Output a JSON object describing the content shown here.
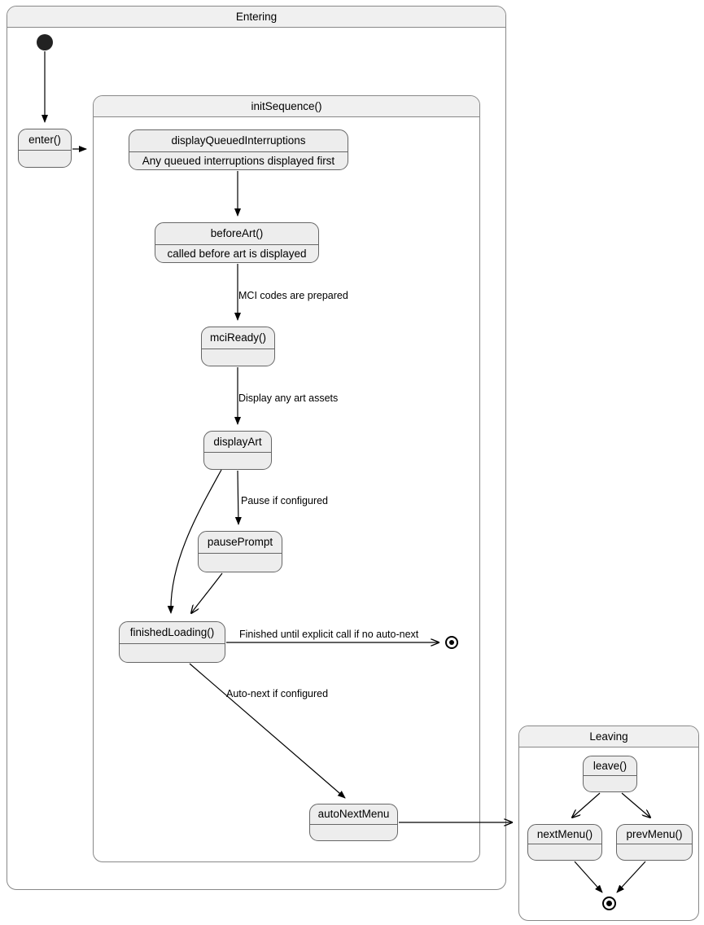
{
  "diagram": {
    "type": "uml-state-machine",
    "background": "#ffffff",
    "stroke_color": "#666666",
    "state_fill": "#ededed",
    "container_header_fill": "#f0f0f0",
    "container_stroke": "#888888"
  },
  "containers": {
    "entering": {
      "title": "Entering"
    },
    "init_sequence": {
      "title": "initSequence()"
    },
    "leaving": {
      "title": "Leaving"
    }
  },
  "states": {
    "enter": {
      "name": "enter()",
      "desc": ""
    },
    "display_queued_interruptions": {
      "name": "displayQueuedInterruptions",
      "desc": "Any queued interruptions displayed first"
    },
    "before_art": {
      "name": "beforeArt()",
      "desc": "called before art is displayed"
    },
    "mci_ready": {
      "name": "mciReady()",
      "desc": ""
    },
    "display_art": {
      "name": "displayArt",
      "desc": ""
    },
    "pause_prompt": {
      "name": "pausePrompt",
      "desc": ""
    },
    "finished_loading": {
      "name": "finishedLoading()",
      "desc": ""
    },
    "auto_next_menu": {
      "name": "autoNextMenu",
      "desc": ""
    },
    "leave": {
      "name": "leave()",
      "desc": ""
    },
    "next_menu": {
      "name": "nextMenu()",
      "desc": ""
    },
    "prev_menu": {
      "name": "prevMenu()",
      "desc": ""
    }
  },
  "transition_labels": {
    "mci_codes": "MCI codes are prepared",
    "display_art_assets": "Display any art assets",
    "pause_if_configured": "Pause if configured",
    "finished_until_explicit": "Finished until explicit call if no auto-next",
    "auto_next_if_configured": "Auto-next if configured"
  },
  "pseudostates": {
    "initial_entering": "initial-state-node",
    "final_init_sequence": "final-state-node",
    "final_leaving": "final-state-node"
  }
}
